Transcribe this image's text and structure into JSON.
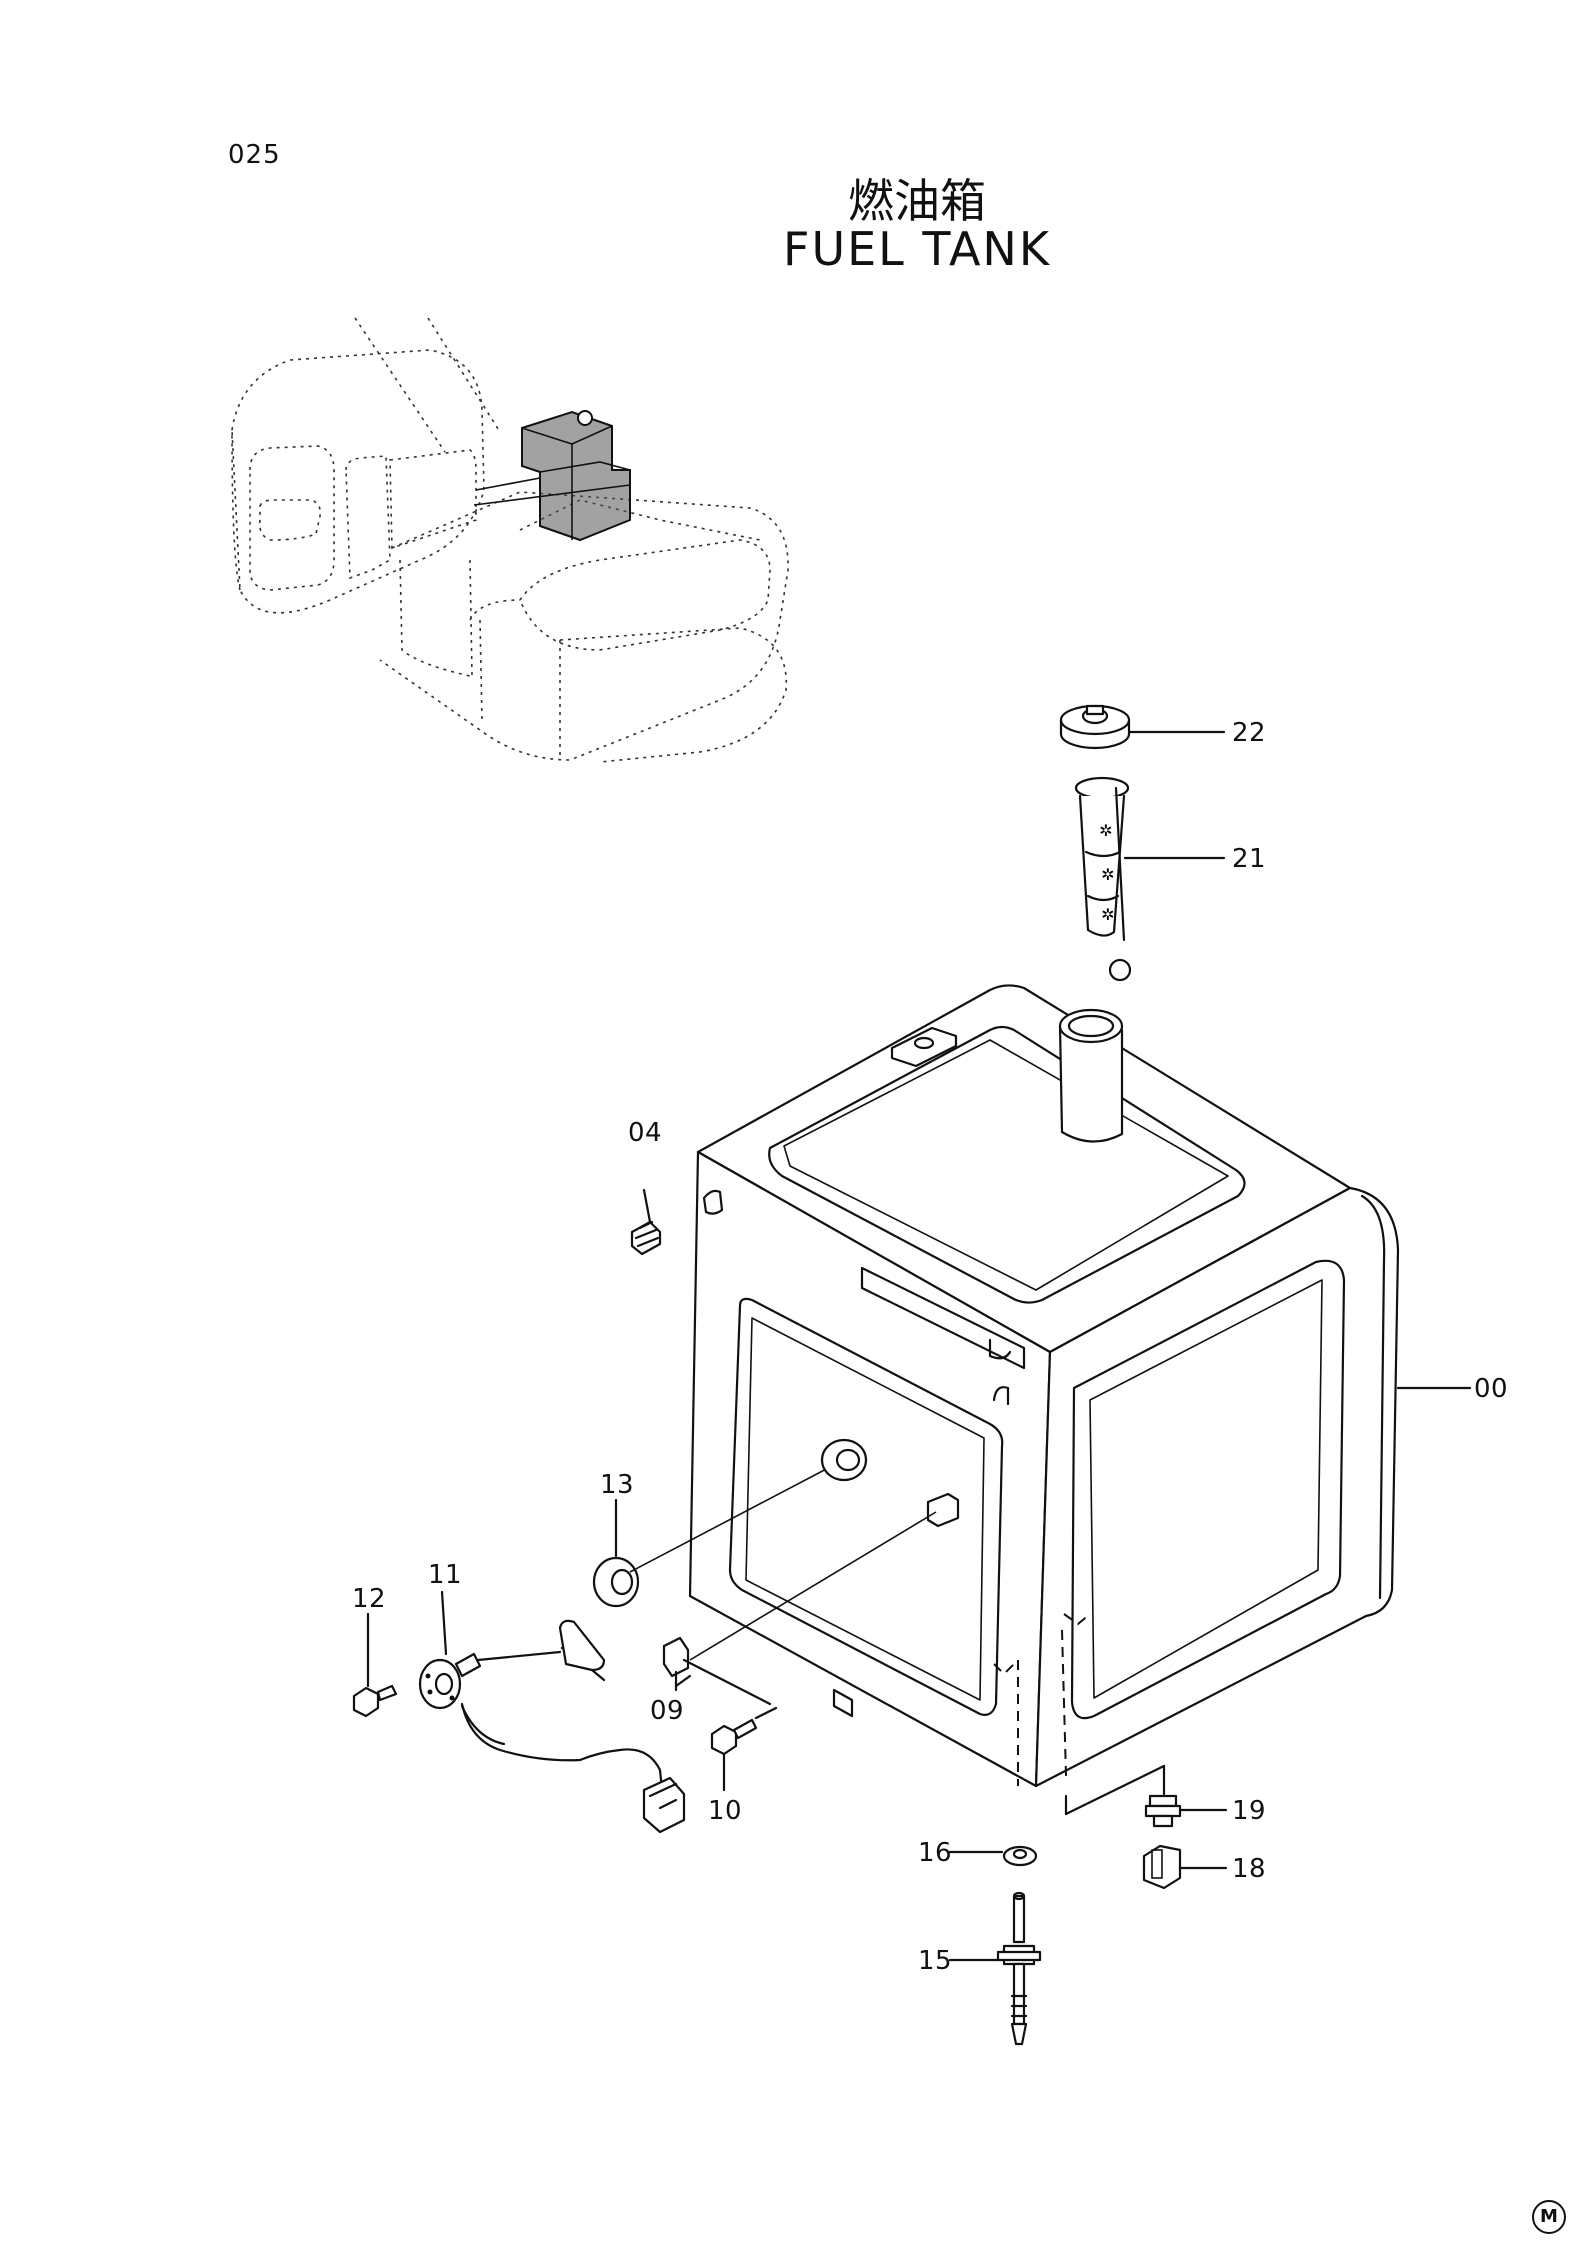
{
  "page_number": "025",
  "title": {
    "chinese": "燃油箱",
    "english": "FUEL TANK"
  },
  "callouts": [
    {
      "id": "c22",
      "label": "22"
    },
    {
      "id": "c21",
      "label": "21"
    },
    {
      "id": "c04",
      "label": "04"
    },
    {
      "id": "c00",
      "label": "00"
    },
    {
      "id": "c13",
      "label": "13"
    },
    {
      "id": "c11",
      "label": "11"
    },
    {
      "id": "c12",
      "label": "12"
    },
    {
      "id": "c09",
      "label": "09"
    },
    {
      "id": "c10",
      "label": "10"
    },
    {
      "id": "c19",
      "label": "19"
    },
    {
      "id": "c16",
      "label": "16"
    },
    {
      "id": "c18",
      "label": "18"
    },
    {
      "id": "c15",
      "label": "15"
    }
  ],
  "corner_mark": "M"
}
